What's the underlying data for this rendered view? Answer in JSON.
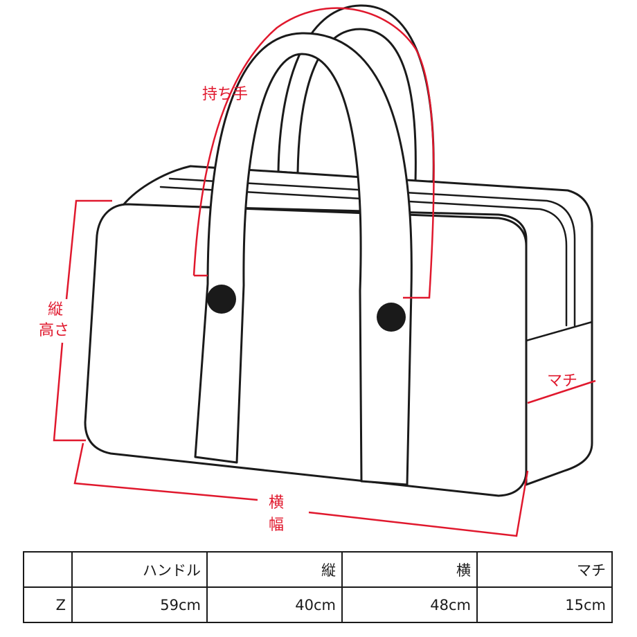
{
  "labels": {
    "handle": "持ち手",
    "height_top": "縦",
    "height_bottom": "高さ",
    "width_top": "横",
    "width_bottom": "幅",
    "gusset": "マチ"
  },
  "colors": {
    "accent": "#e0182d",
    "ink": "#1a1a1a"
  },
  "table": {
    "headers": [
      "",
      "ハンドル",
      "縦",
      "横",
      "マチ"
    ],
    "rows": [
      [
        "Z",
        "59cm",
        "40cm",
        "48cm",
        "15cm"
      ]
    ]
  }
}
